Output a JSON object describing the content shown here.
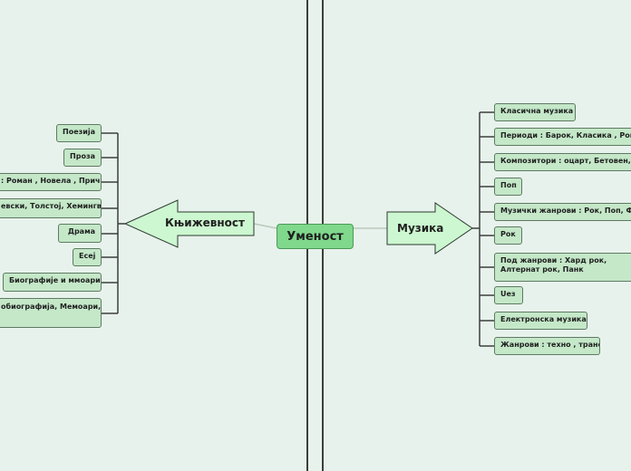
{
  "central_topic": "Уменост",
  "left_branch": {
    "title": "Књижевност",
    "items": [
      "Поезија",
      "Проза",
      ": Роман , Новела , Прича",
      "евски, Толстој, Хемингвеј",
      "Драма",
      "Есеј",
      "Биографије и ммоари",
      "обиографија, Мемоари,"
    ]
  },
  "right_branch": {
    "title": "Музика",
    "items": [
      "Класична музика",
      "Периоди : Барок, Класика , Романт",
      "Композитори : оцарт, Бетовен, Бах",
      "Поп",
      "Музички жанрови : Рок, Поп, Фол",
      "Рок",
      "Под жанрови : Хард рок, Алтернат рок, Панк",
      "Uез",
      "Електронска музика",
      "Жанрови : техно , транс"
    ]
  },
  "colors": {
    "background": "#e8f2ec",
    "node_fill": "#c4e8c8",
    "node_border": "#5e7a63",
    "central_fill": "#7fd88c",
    "arrow_fill": "#ccf7d0",
    "connector": "#3c3f3c"
  }
}
